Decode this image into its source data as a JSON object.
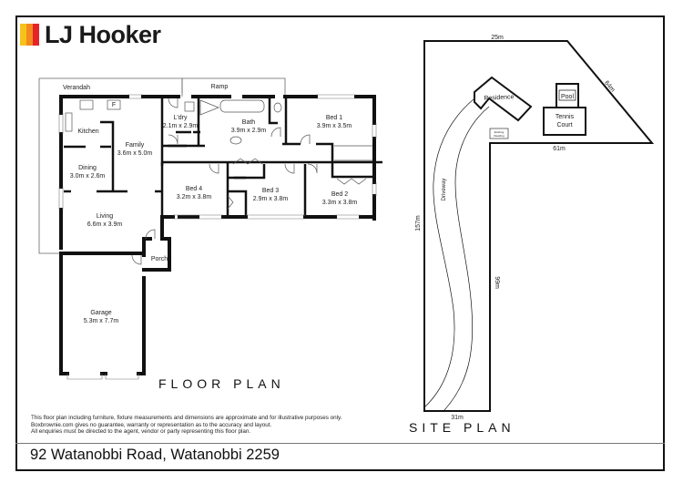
{
  "brand": {
    "name": "LJ Hooker",
    "bar_colors": [
      "#F7C21B",
      "#F28A1E",
      "#E42427"
    ]
  },
  "floor_plan": {
    "title": "FLOOR PLAN",
    "areas": {
      "verandah": "Verandah",
      "ramp": "Ramp",
      "porch": "Porch",
      "kitchen": "Kitchen",
      "fridge": "F"
    },
    "rooms": [
      {
        "id": "family",
        "name": "Family",
        "size": "3.6m x 5.0m"
      },
      {
        "id": "dining",
        "name": "Dining",
        "size": "3.0m x 2.6m"
      },
      {
        "id": "living",
        "name": "Living",
        "size": "6.6m x 3.9m"
      },
      {
        "id": "laundry",
        "name": "L'dry",
        "size": "2.1m x 2.9m"
      },
      {
        "id": "bath",
        "name": "Bath",
        "size": "3.9m x 2.9m"
      },
      {
        "id": "bed1",
        "name": "Bed 1",
        "size": "3.9m x 3.5m"
      },
      {
        "id": "bed2",
        "name": "Bed 2",
        "size": "3.3m x 3.8m"
      },
      {
        "id": "bed3",
        "name": "Bed 3",
        "size": "2.9m x 3.8m"
      },
      {
        "id": "bed4",
        "name": "Bed 4",
        "size": "3.2m x 3.8m"
      },
      {
        "id": "garage",
        "name": "Garage",
        "size": "5.3m x 7.7m"
      }
    ]
  },
  "site_plan": {
    "title": "SITE PLAN",
    "labels": {
      "residence": "Residence",
      "pool": "Pool",
      "tennis_line1": "Tennis",
      "tennis_line2": "Court",
      "existing_line1": "Existing",
      "existing_line2": "Dwelling",
      "driveway": "Driveway"
    },
    "dimensions": {
      "top": "25m",
      "diagonal": "64m",
      "inner_top": "61m",
      "left": "157m",
      "right": "99m",
      "bottom": "31m"
    }
  },
  "disclaimer": [
    "This floor plan including furniture, fixture measurements and dimensions are approximate and for illustrative purposes only.",
    "Boxbrownie.com gives no guarantee, warranty or representation as to the accuracy and layout.",
    "All enquiries must be directed to the agent, vendor or party representing this floor plan."
  ],
  "address": "92 Watanobbi Road, Watanobbi 2259"
}
